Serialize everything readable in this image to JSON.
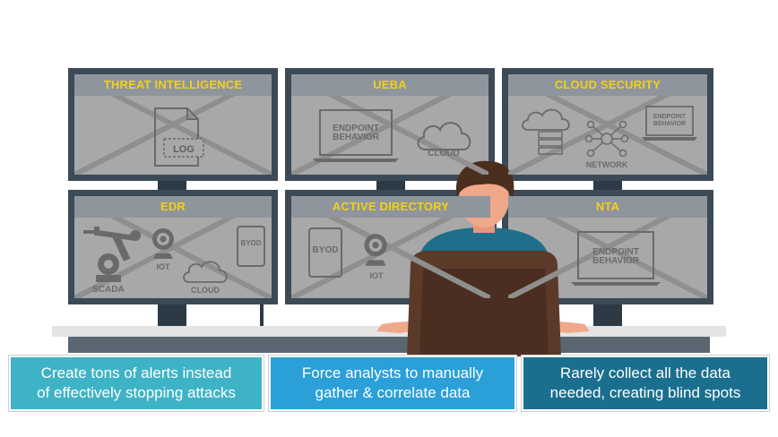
{
  "monitors": {
    "threat_intel": {
      "title": "THREAT INTELLIGENCE",
      "log": "LOG"
    },
    "ueba": {
      "title": "UEBA",
      "endpoint": "ENDPOINT\nBEHAVIOR",
      "cloud": "CLOUD"
    },
    "cloud_security": {
      "title": "CLOUD SECURITY",
      "endpoint": "ENDPOINT\nBEHAVIOR",
      "network": "NETWORK"
    },
    "edr": {
      "title": "EDR",
      "iot": "IOT",
      "byod": "BYOD",
      "scada": "SCADA",
      "cloud": "CLOUD"
    },
    "active_directory": {
      "title": "ACTIVE DIRECTORY",
      "byod": "BYOD",
      "iot": "IOT"
    },
    "nta": {
      "title": "NTA",
      "endpoint": "ENDPOINT\nBEHAVIOR"
    }
  },
  "captions": [
    {
      "line1": "Create tons of alerts instead",
      "line2": "of effectively stopping attacks",
      "color": "#3fb3c6"
    },
    {
      "line1": "Force analysts to manually",
      "line2": "gather & correlate data",
      "color": "#2a9fd8"
    },
    {
      "line1": "Rarely collect all the data",
      "line2": "needed, creating blind spots",
      "color": "#1a6f8e"
    }
  ],
  "colors": {
    "monitor_frame": "#3c4a57",
    "title_text": "#f2d01c",
    "screen": "#a8a8a8",
    "chair": "#5b3a2a",
    "shirt": "#1f6f8b",
    "hair": "#4a2e1e"
  }
}
